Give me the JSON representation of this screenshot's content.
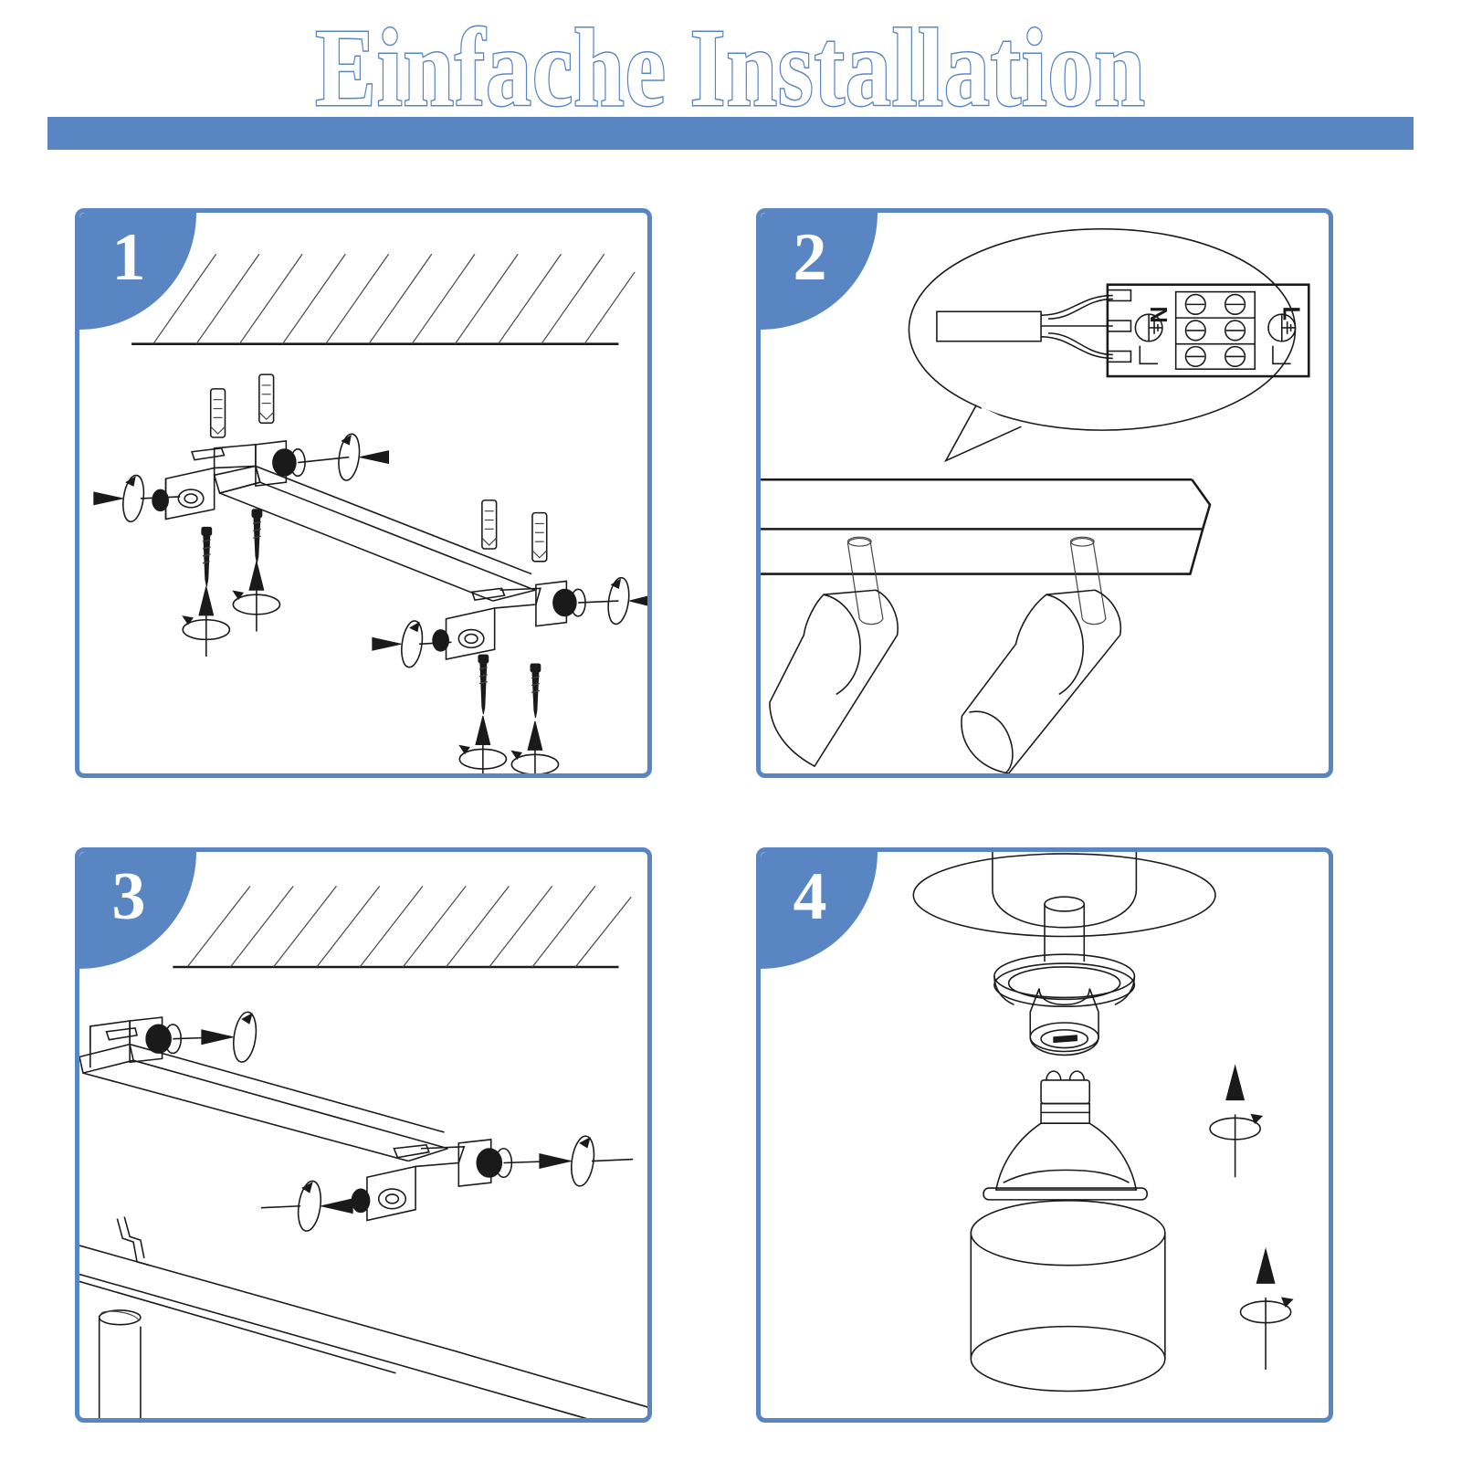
{
  "header": {
    "title": "Einfache Installation",
    "bar_color": "#5a85c3",
    "text_color": "#ffffff"
  },
  "theme": {
    "accent": "#5a85c3",
    "line": "#1a1a1a",
    "background": "#ffffff"
  },
  "panels": [
    {
      "number": "1",
      "name": "mount-bracket-to-ceiling",
      "elements": [
        "ceiling-hatching",
        "mounting-bar-bracket",
        "wall-plug-anchors",
        "mounting-screws",
        "set-screws",
        "rotation-arrows",
        "insertion-arrows"
      ]
    },
    {
      "number": "2",
      "name": "wire-terminal-block",
      "elements": [
        "callout-bubble",
        "terminal-block",
        "cable-with-three-wires",
        "mounted-light-base",
        "spotlight-heads"
      ],
      "terminal_labels": {
        "neutral": "N",
        "live": "L",
        "earth": "earth-symbol"
      },
      "terminal_rows": 3,
      "terminal_columns": 2
    },
    {
      "number": "3",
      "name": "attach-base-plate",
      "elements": [
        "ceiling-hatching",
        "mounting-bar-bracket",
        "light-base-plate",
        "set-screws",
        "rotation-arrows"
      ]
    },
    {
      "number": "4",
      "name": "install-bulb-and-shade",
      "elements": [
        "ceiling-mount-disc",
        "lamp-holder-ring",
        "gu10-socket",
        "gu10-bulb",
        "cylinder-shade",
        "rotation-arrows",
        "insertion-arrows"
      ]
    }
  ]
}
